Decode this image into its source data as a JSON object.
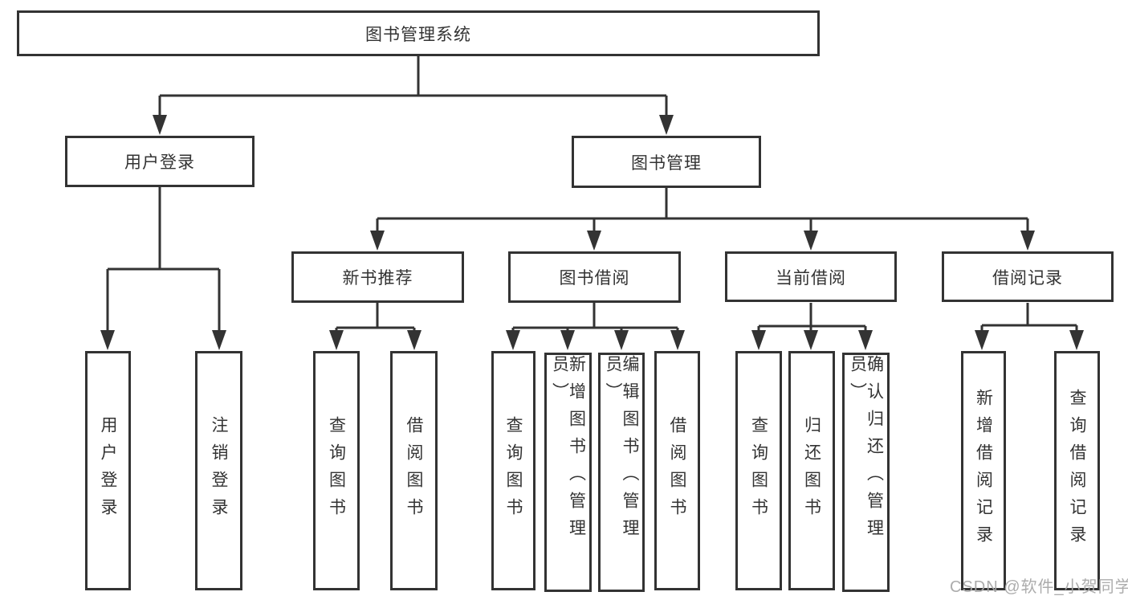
{
  "diagram": {
    "root": {
      "label": "图书管理系统"
    },
    "user": {
      "label": "用户登录",
      "children": [
        {
          "label": "用户登录"
        },
        {
          "label": "注销登录"
        }
      ]
    },
    "book": {
      "label": "图书管理",
      "sections": [
        {
          "label": "新书推荐",
          "children": [
            {
              "label": "查询图书"
            },
            {
              "label": "借阅图书"
            }
          ]
        },
        {
          "label": "图书借阅",
          "children": [
            {
              "label": "查询图书"
            },
            {
              "label": "新增图书（管理员）"
            },
            {
              "label": "编辑图书（管理员）"
            },
            {
              "label": "借阅图书"
            }
          ]
        },
        {
          "label": "当前借阅",
          "children": [
            {
              "label": "查询图书"
            },
            {
              "label": "归还图书"
            },
            {
              "label": "确认归还（管理员）"
            }
          ]
        },
        {
          "label": "借阅记录",
          "children": [
            {
              "label": "新增借阅记录"
            },
            {
              "label": "查询借阅记录"
            }
          ]
        }
      ]
    }
  },
  "watermark": "CSDN @软件_小贺同学",
  "colors": {
    "line": "#333333",
    "text": "#333333",
    "watermark": "#a8a8a8",
    "background": "#ffffff"
  }
}
